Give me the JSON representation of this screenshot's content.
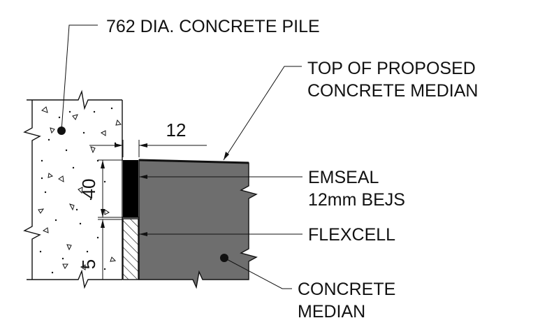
{
  "labels": {
    "pile": "762 DIA. CONCRETE PILE",
    "top_line1": "TOP OF PROPOSED",
    "top_line2": "CONCRETE MEDIAN",
    "emseal_line1": "EMSEAL",
    "emseal_line2": "12mm BEJS",
    "flexcell": "FLEXCELL",
    "median_line1": "CONCRETE",
    "median_line2": "MEDIAN"
  },
  "dimensions": {
    "joint_width": "12",
    "seal_depth": "40",
    "gap": "5"
  },
  "colors": {
    "line": "#111111",
    "median_fill": "#6e6e6e",
    "emseal_fill": "#000000",
    "background": "#ffffff"
  }
}
